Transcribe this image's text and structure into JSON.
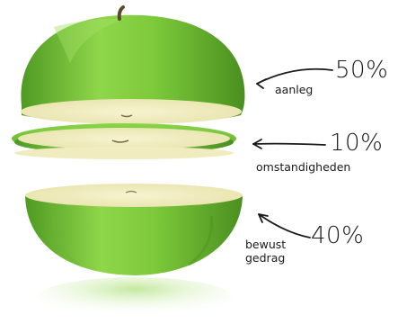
{
  "segments": [
    {
      "percent": "50%",
      "caption": "aanleg"
    },
    {
      "percent": "10%",
      "caption": "omstandigheden"
    },
    {
      "percent": "40%",
      "caption_line1": "bewust",
      "caption_line2": "gedrag"
    }
  ],
  "colors": {
    "apple_skin": "#79c83a",
    "apple_skin_dark": "#4f9a23",
    "apple_flesh": "#f1eebe",
    "text": "#1a1a1a"
  }
}
